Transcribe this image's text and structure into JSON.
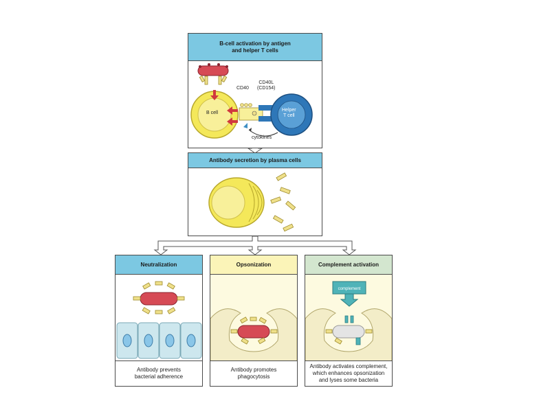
{
  "top_panel": {
    "title": "B-cell activation by antigen\nand helper T cells",
    "b_cell_label": "B cell",
    "helper_t_label": "Helper\nT cell",
    "cd40_label": "CD40",
    "cd40l_label": "CD40L\n(CD154)",
    "cytokines_label": "cytokines"
  },
  "middle_panel": {
    "title": "Antibody secretion by plasma cells"
  },
  "bottom_panels": [
    {
      "title": "Neutralization",
      "caption": "Antibody prevents\nbacterial adherence"
    },
    {
      "title": "Opsonization",
      "caption": "Antibody promotes\nphagocytosis"
    },
    {
      "title": "Complement activation",
      "caption": "Antibody activates complement,\nwhich enhances opsonization\nand lyses some bacteria",
      "complement_label": "complement"
    }
  ],
  "colors": {
    "header_blue": "#7cc8e2",
    "header_yellow": "#fbf4b8",
    "header_green": "#d3e6cf",
    "b_cell_yellow": "#f4e85a",
    "helper_t_blue": "#2e77b8",
    "bacterium_red": "#d64a55",
    "antibody_yellow": "#efe08a",
    "epithelial_blue": "#cde7ee",
    "complement_teal": "#4fb3b8"
  }
}
